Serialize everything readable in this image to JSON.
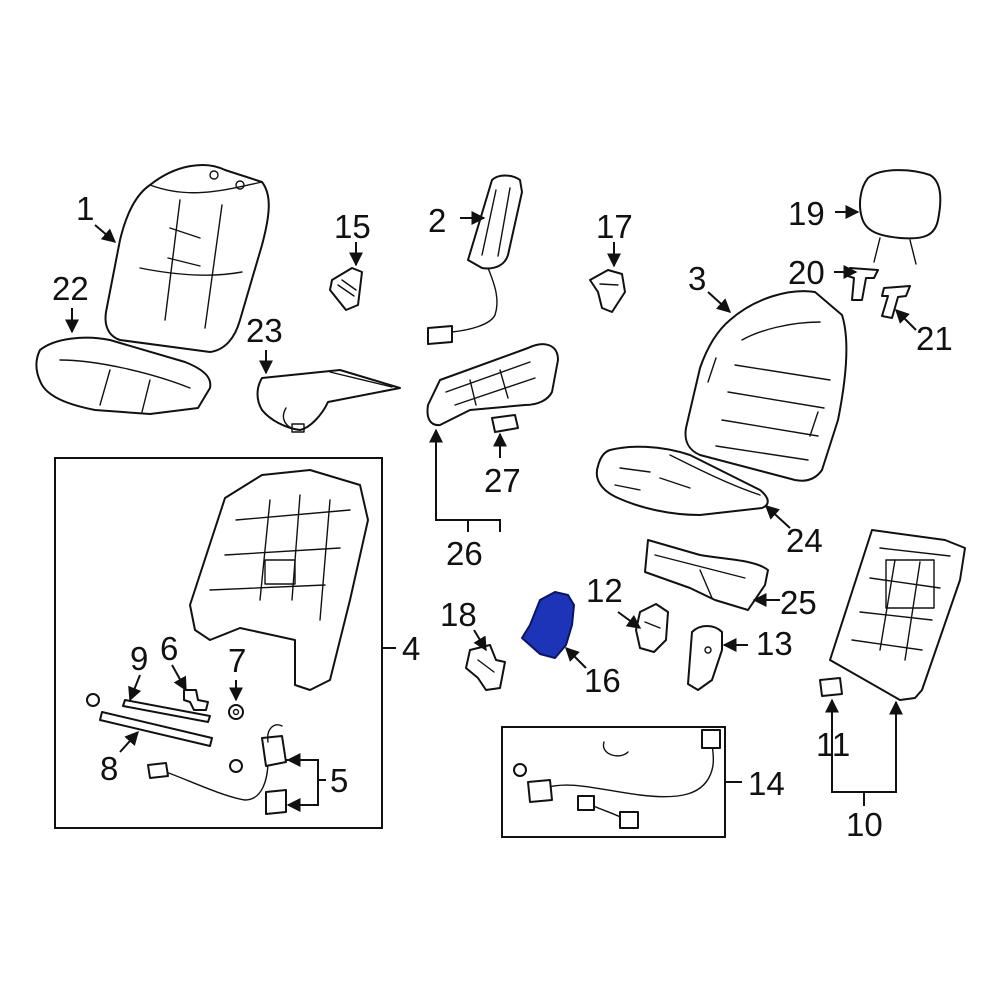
{
  "diagram": {
    "highlight_color": "#1d33b8",
    "highlighted_part": "16",
    "callouts": [
      "1",
      "2",
      "3",
      "4",
      "5",
      "6",
      "7",
      "8",
      "9",
      "10",
      "11",
      "12",
      "13",
      "14",
      "15",
      "16",
      "17",
      "18",
      "19",
      "20",
      "21",
      "22",
      "23",
      "24",
      "25",
      "26",
      "27"
    ]
  }
}
